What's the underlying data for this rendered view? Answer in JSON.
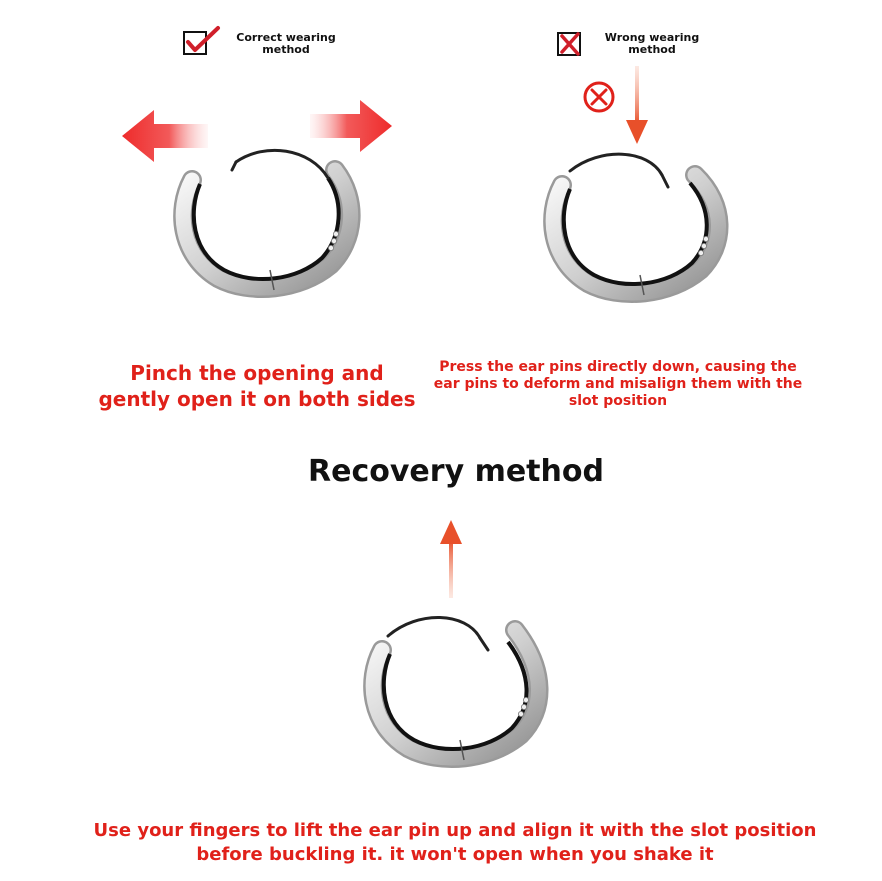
{
  "correct": {
    "label": "Correct wearing method",
    "caption_line1": "Pinch the opening and",
    "caption_line2": "gently open it on both sides"
  },
  "wrong": {
    "label": "Wrong wearing method",
    "caption_line1": "Press the ear pins directly down, causing the",
    "caption_line2": "ear pins to deform and misalign them with the",
    "caption_line3": "slot position"
  },
  "recovery": {
    "title": "Recovery method",
    "caption_line1": "Use your fingers to lift the ear pin up and align it with the slot position",
    "caption_line2": "before buckling it. it won't open when you shake it"
  },
  "colors": {
    "red": "#e0211a",
    "arrow_orange": "#e8502a",
    "text": "#111111"
  },
  "icons": [
    "check-icon",
    "cross-box-icon",
    "circled-x-icon",
    "arrow-left-icon",
    "arrow-right-icon",
    "arrow-down-icon",
    "arrow-up-icon",
    "hoop-earring"
  ]
}
